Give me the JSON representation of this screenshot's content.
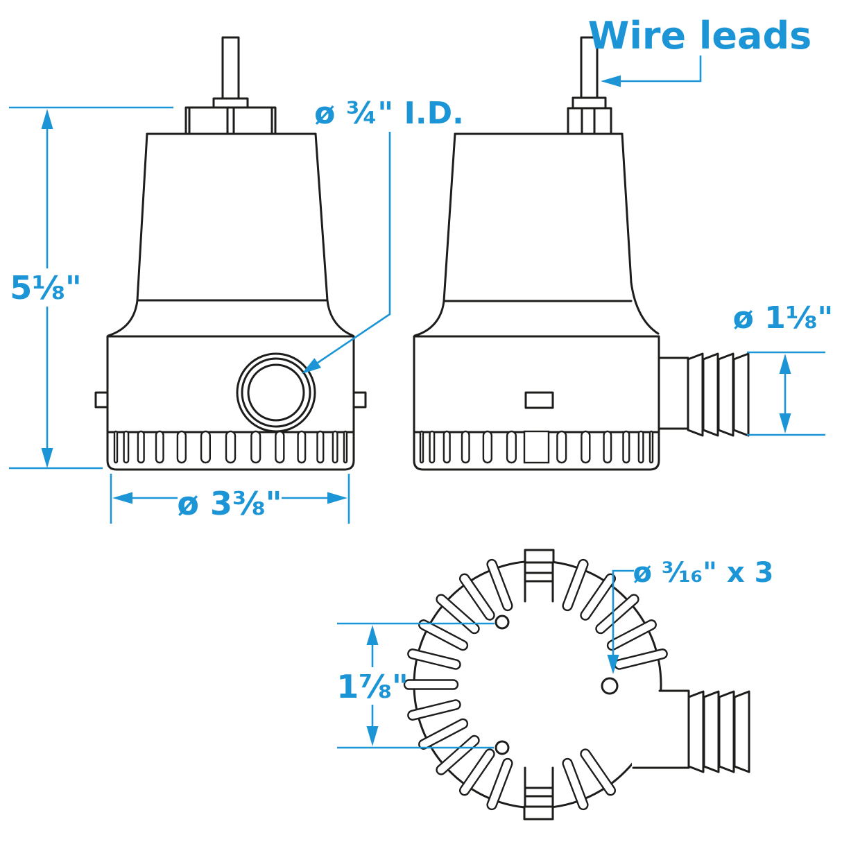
{
  "diagram": {
    "title": "Bilge pump dimension drawing",
    "views": {
      "front": "front-view",
      "side": "side-view",
      "bottom": "bottom-view"
    },
    "labels": {
      "height": "5⅛\"",
      "outlet_id": "ø ¾\" I.D.",
      "base_diameter": "ø 3⅜\"",
      "wire_leads": "Wire leads",
      "hose_diameter": "ø 1⅛\"",
      "hole_spacing": "1⅞\"",
      "mount_holes": "ø ³⁄₁₆\" x 3"
    },
    "colors": {
      "dimension_blue": "#1b95d6",
      "line_black": "#1d1d1b",
      "background": "#ffffff"
    }
  }
}
